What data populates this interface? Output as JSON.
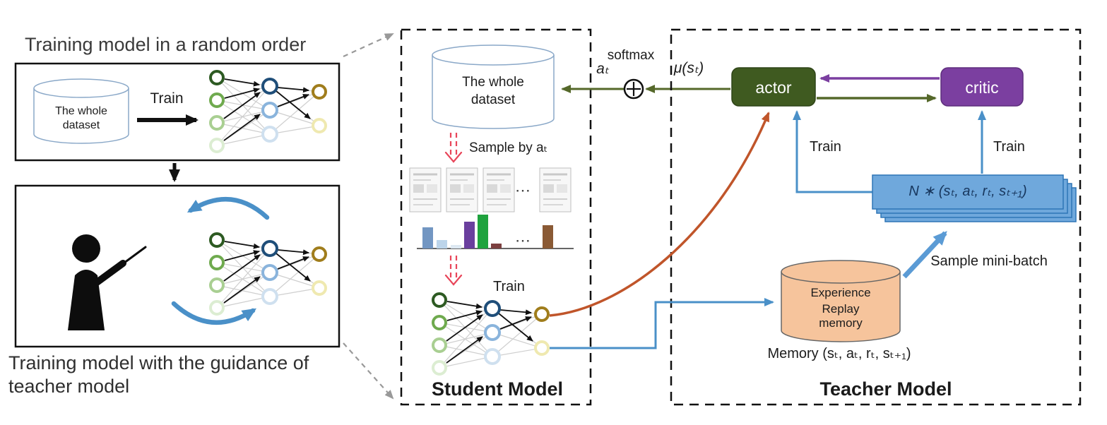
{
  "figure": {
    "left": {
      "title": "Training model in a random order",
      "caption_line1": "Training model with the guidance of",
      "caption_line2": "teacher model",
      "dataset_line1": "The whole",
      "dataset_line2": "dataset",
      "train_label": "Train"
    },
    "student": {
      "panel_label": "Student Model",
      "dataset_line1": "The whole",
      "dataset_line2": "dataset",
      "a_t_label": "aₜ",
      "softmax_label": "softmax",
      "mu_label": "μ(sₜ)",
      "sample_by_label": "Sample by aₜ",
      "images_ellipsis": "⋯",
      "bars_ellipsis": "⋯",
      "train_label": "Train"
    },
    "teacher": {
      "panel_label": "Teacher Model",
      "actor_label": "actor",
      "critic_label": "critic",
      "actor_train_label": "Train",
      "critic_train_label": "Train",
      "minibatch_label": "N ∗ (sₜ, aₜ, rₜ, sₜ₊₁)",
      "sample_minibatch_label": "Sample mini-batch",
      "memory_line1": "Experience",
      "memory_line2": "Replay",
      "memory_line3": "memory",
      "memory_label": "Memory (sₜ, aₜ, rₜ, sₜ₊₁)"
    }
  },
  "colors": {
    "actor_fill": "#3f5a20",
    "critic_fill": "#7b3fa0",
    "card_fill": "#6fa8dc",
    "card_border": "#2e75b6",
    "memory_fill": "#f6c49c",
    "arrow_blue": "#4a90c8",
    "arrow_blue_thick": "#5b9bd5",
    "arrow_orange": "#c0552a",
    "arrow_olive": "#55682a",
    "arrow_purple": "#7b3fa0",
    "arrow_red": "#e8465a"
  },
  "network": {
    "input_colors": [
      "#2d5a22",
      "#6faa4e",
      "#a9cf92",
      "#dcedd2"
    ],
    "hidden_colors": [
      "#1f4e79",
      "#8ab4dc",
      "#cfe0ef"
    ],
    "output_colors": [
      "#a07d1c",
      "#efe9b0"
    ]
  },
  "histogram": {
    "bar_colors": [
      "#7296c2",
      "#bcd4ea",
      "#dde8f2",
      "#6a3f9e",
      "#1fa33e",
      "#7c4040",
      "#8a5a35"
    ],
    "bar_heights": [
      30,
      12,
      5,
      38,
      48,
      7,
      33
    ]
  }
}
